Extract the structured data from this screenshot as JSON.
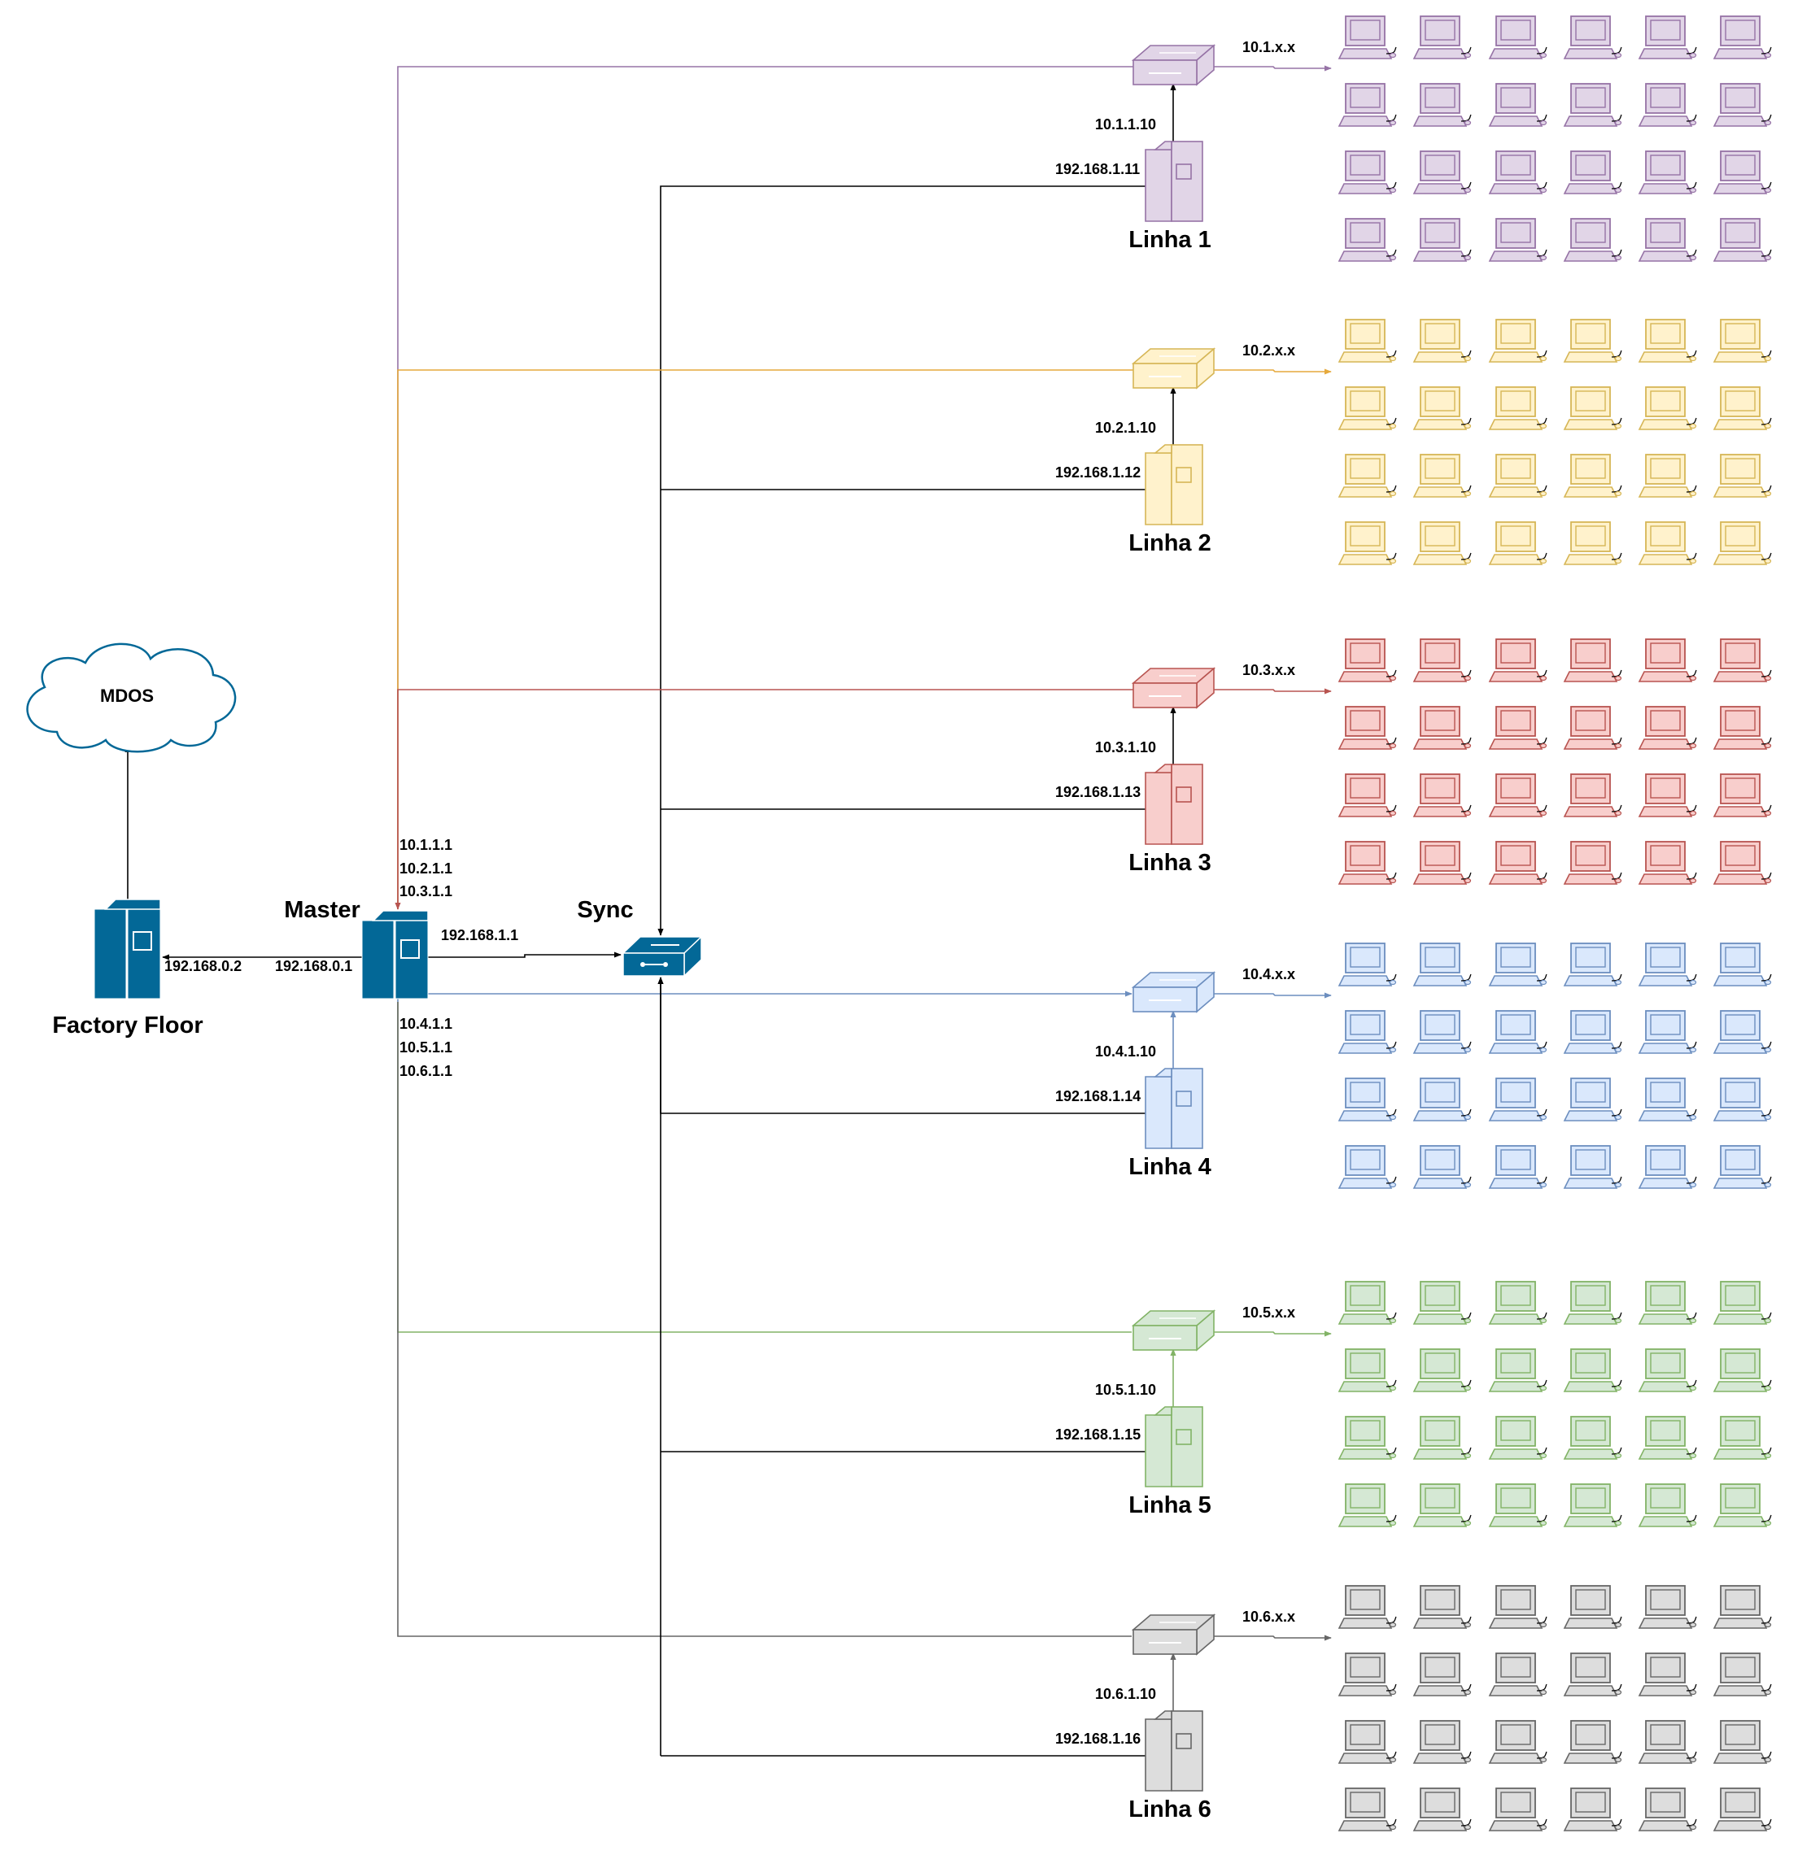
{
  "cloud": {
    "label": "MDOS"
  },
  "factory_floor": {
    "label": "Factory Floor",
    "ip": "192.168.0.2"
  },
  "master": {
    "label": "Master",
    "ip_left": "192.168.0.1",
    "ip_right": "192.168.1.1",
    "ips_top": [
      "10.1.1.1",
      "10.2.1.1",
      "10.3.1.1"
    ],
    "ips_bottom": [
      "10.4.1.1",
      "10.5.1.1",
      "10.6.1.1"
    ]
  },
  "sync": {
    "label": "Sync"
  },
  "lines": [
    {
      "label": "Linha 1",
      "sync_ip": "192.168.1.11",
      "switch_ip": "10.1.1.10",
      "subnet": "10.1.x.x",
      "fill": "#e1d5e7",
      "stroke": "#9673a6",
      "edge": "#9673a6"
    },
    {
      "label": "Linha 2",
      "sync_ip": "192.168.1.12",
      "switch_ip": "10.2.1.10",
      "subnet": "10.2.x.x",
      "fill": "#fff2cc",
      "stroke": "#d6b656",
      "edge": "#e6a93c"
    },
    {
      "label": "Linha 3",
      "sync_ip": "192.168.1.13",
      "switch_ip": "10.3.1.10",
      "subnet": "10.3.x.x",
      "fill": "#f8cecc",
      "stroke": "#b85450",
      "edge": "#b85450"
    },
    {
      "label": "Linha 4",
      "sync_ip": "192.168.1.14",
      "switch_ip": "10.4.1.10",
      "subnet": "10.4.x.x",
      "fill": "#dae8fc",
      "stroke": "#6c8ebf",
      "edge": "#6c8ebf"
    },
    {
      "label": "Linha 5",
      "sync_ip": "192.168.1.15",
      "switch_ip": "10.5.1.10",
      "subnet": "10.5.x.x",
      "fill": "#d5e8d4",
      "stroke": "#82b366",
      "edge": "#82b366"
    },
    {
      "label": "Linha 6",
      "sync_ip": "192.168.1.16",
      "switch_ip": "10.6.1.10",
      "subnet": "10.6.x.x",
      "fill": "#dddddd",
      "stroke": "#666666",
      "edge": "#666666"
    }
  ],
  "workstations": {
    "rows": 4,
    "cols": 6
  },
  "colors": {
    "primary": "#036897",
    "connector": "#000000"
  }
}
